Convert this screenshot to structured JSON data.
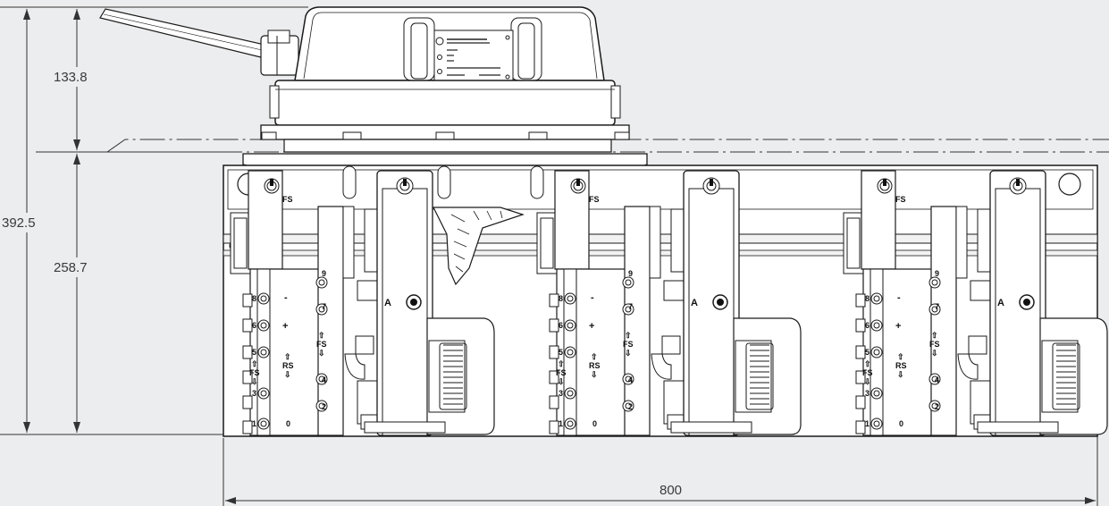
{
  "dimensions": {
    "total_height": "392.5",
    "motor_height": "133.8",
    "switch_height": "258.7",
    "width": "800"
  },
  "labels": {
    "fs": "FS",
    "rs": "RS",
    "a": "A",
    "minus": "-",
    "plus": "+",
    "arrow_up": "⇧",
    "arrow_down": "⇩",
    "pos_8": "8",
    "pos_6": "6",
    "pos_5": "5",
    "pos_3": "3",
    "pos_1": "1",
    "pos_9": "9",
    "pos_7": "7",
    "pos_4": "4",
    "pos_2": "2",
    "pos_0": "0"
  },
  "colors": {
    "background": "#ecedee",
    "line": "#1a1a1a",
    "dimension_text": "#3a3a3a"
  }
}
